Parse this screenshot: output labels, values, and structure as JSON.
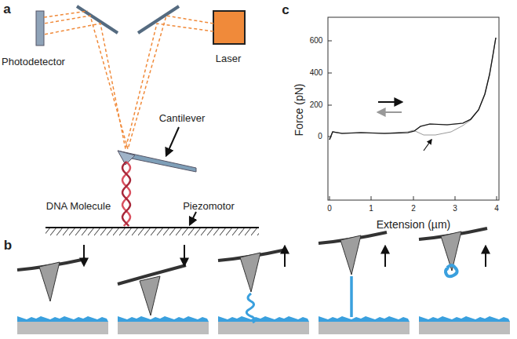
{
  "diagram": {
    "labels": [
      "a",
      "Photodetector",
      "Laser",
      "Cantilever",
      "DNA Molecule",
      "Piezomotor",
      "b",
      "c",
      "600",
      "400",
      "200",
      "0",
      "0",
      "1",
      "2",
      "3",
      "4",
      "Force (pN)",
      "Extension (µm)"
    ]
  }
}
